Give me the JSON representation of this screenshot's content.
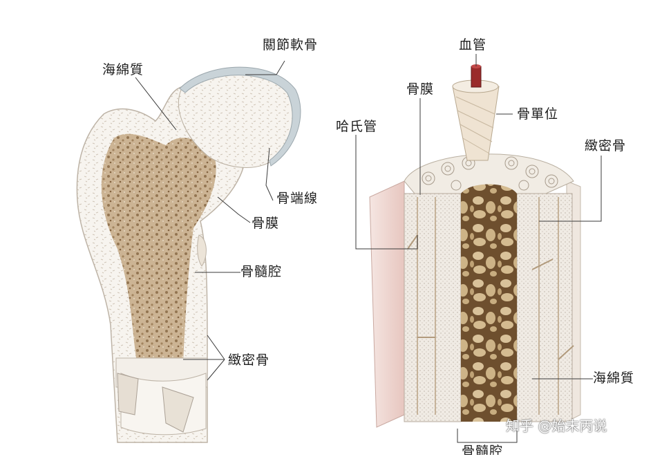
{
  "colors": {
    "bone_bg": "#f3eee6",
    "compact": "#eee6dc",
    "spongy": "#a07a4e",
    "spongy_dark": "#7a5732",
    "cartilage": "#c9d3d8",
    "periosteum_red": "#e8c8c2",
    "leader": "#3a3a3a"
  },
  "left_figure": {
    "labels": {
      "articular_cartilage": "關節軟骨",
      "spongy_bone": "海綿質",
      "epiphyseal_line": "骨端線",
      "periosteum": "骨膜",
      "marrow_cavity": "骨髓腔",
      "compact_bone": "緻密骨"
    }
  },
  "right_figure": {
    "labels": {
      "blood_vessel": "血管",
      "periosteum": "骨膜",
      "osteon": "骨單位",
      "haversian_canal": "哈氏管",
      "compact_bone": "緻密骨",
      "spongy_bone": "海綿質",
      "marrow_cavity": "骨髓腔"
    }
  },
  "watermark": "知乎 @始末丙说"
}
